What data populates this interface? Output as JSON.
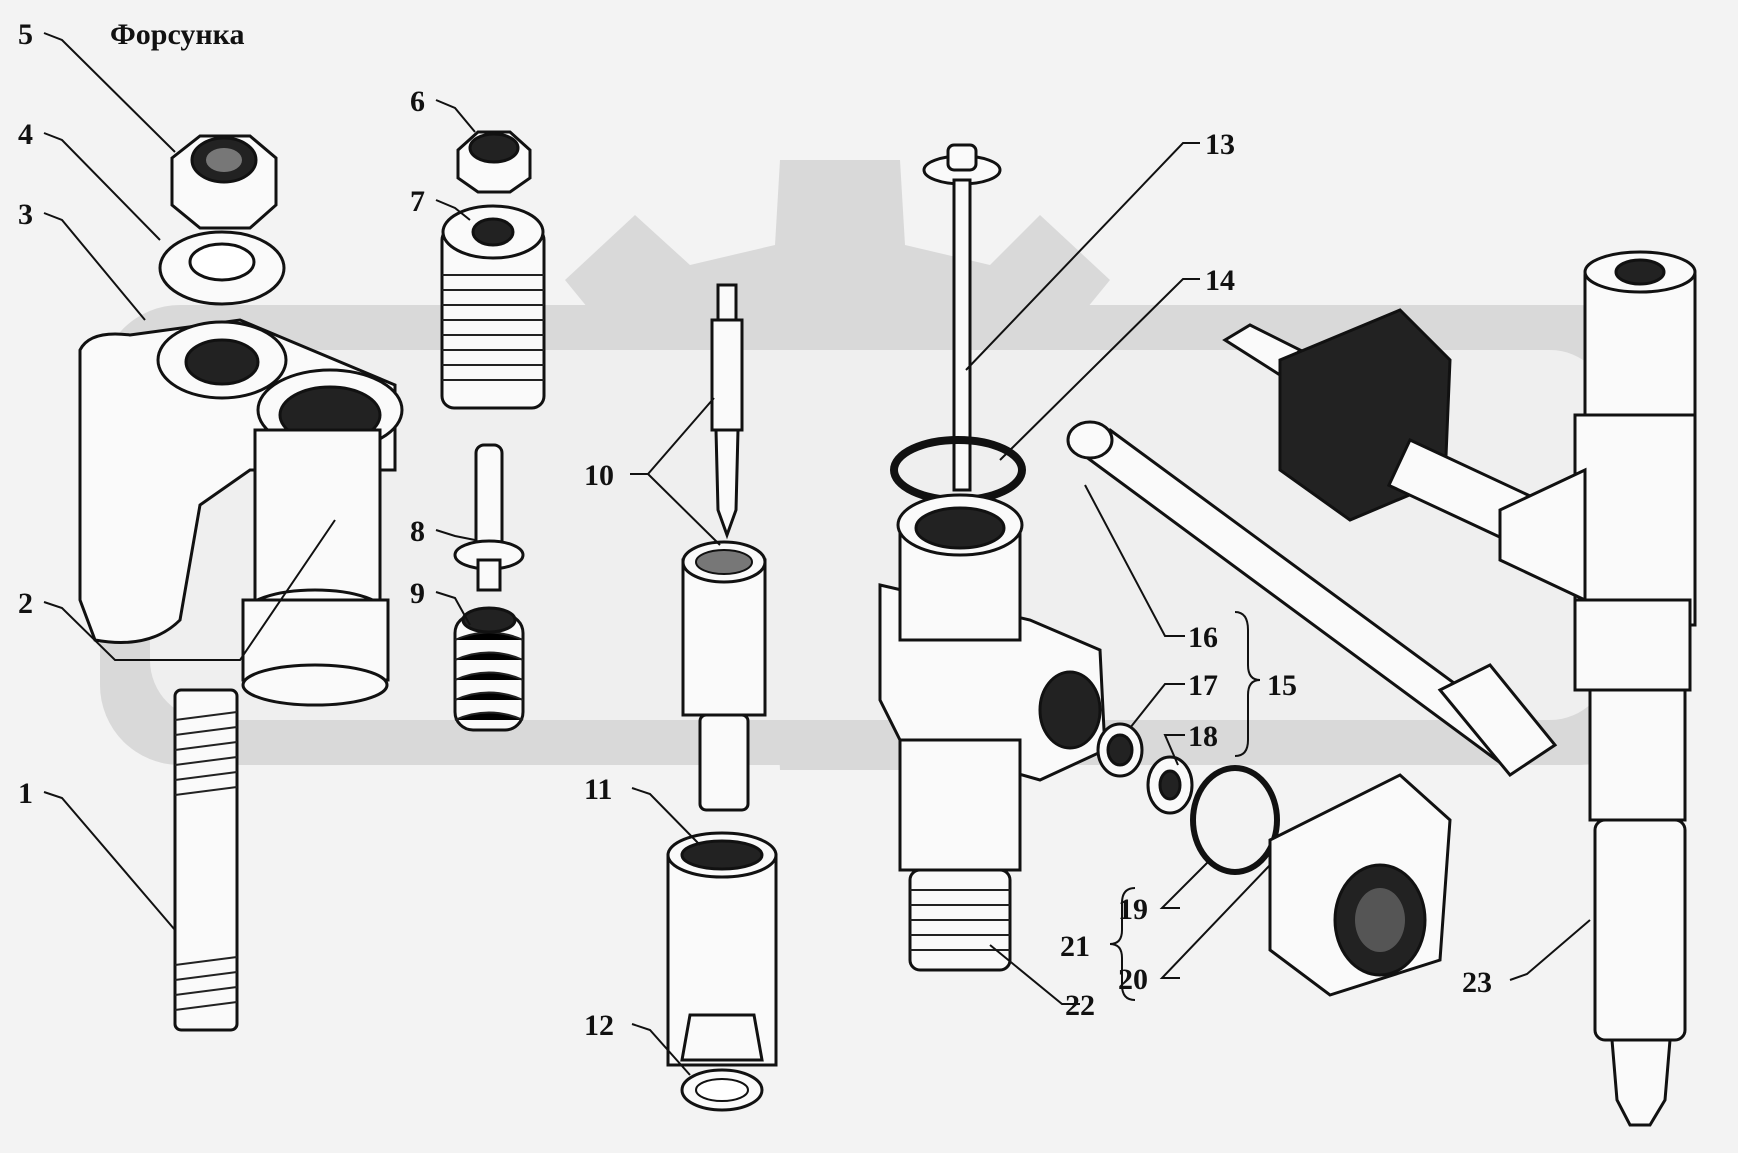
{
  "title": "Форсунка",
  "labels": {
    "l1": "1",
    "l2": "2",
    "l3": "3",
    "l4": "4",
    "l5": "5",
    "l6": "6",
    "l7": "7",
    "l8": "8",
    "l9": "9",
    "l10": "10",
    "l11": "11",
    "l12": "12",
    "l13": "13",
    "l14": "14",
    "l15": "15",
    "l16": "16",
    "l17": "17",
    "l18": "18",
    "l19": "19",
    "l20": "20",
    "l21": "21",
    "l22": "22",
    "l23": "23"
  },
  "colors": {
    "background": "#f3f3f3",
    "watermark": "#d9d9d9",
    "ink": "#111111"
  }
}
